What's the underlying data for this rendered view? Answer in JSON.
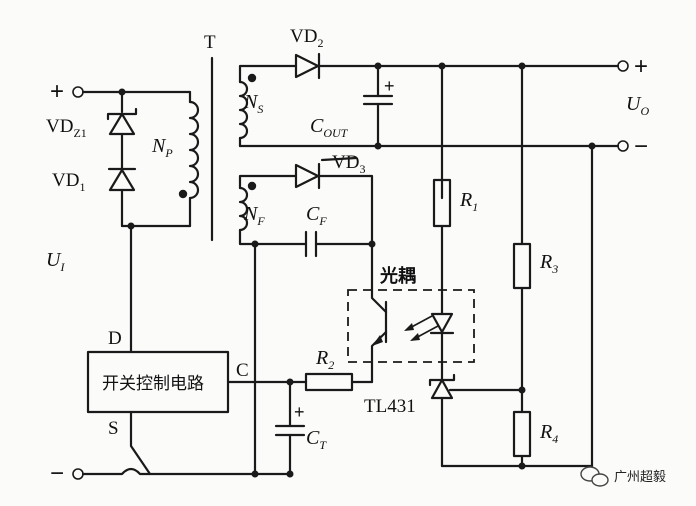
{
  "diagram": {
    "transformer": "T",
    "input": {
      "plus": "+",
      "minus": "−",
      "voltage": "U",
      "voltage_sub": "I"
    },
    "output": {
      "plus": "+",
      "minus": "−",
      "voltage": "U",
      "voltage_sub": "O"
    },
    "zener": {
      "label": "VD",
      "sub": "Z1"
    },
    "vd1": {
      "label": "VD",
      "sub": "1"
    },
    "vd2": {
      "label": "VD",
      "sub": "2"
    },
    "vd3": {
      "label": "VD",
      "sub": "3"
    },
    "np": {
      "label": "N",
      "sub": "P"
    },
    "ns": {
      "label": "N",
      "sub": "S"
    },
    "nf": {
      "label": "N",
      "sub": "F"
    },
    "cout": {
      "label": "C",
      "sub": "OUT",
      "polarity": "+"
    },
    "cf": {
      "label": "C",
      "sub": "F"
    },
    "ct": {
      "label": "C",
      "sub": "T",
      "polarity": "+"
    },
    "r1": {
      "label": "R",
      "sub": "1"
    },
    "r2": {
      "label": "R",
      "sub": "2"
    },
    "r3": {
      "label": "R",
      "sub": "3"
    },
    "r4": {
      "label": "R",
      "sub": "4"
    },
    "optocoupler": "光耦",
    "controller": {
      "label": "开关控制电路",
      "pin_d": "D",
      "pin_c": "C",
      "pin_s": "S"
    },
    "tl431": "TL431"
  },
  "watermark": {
    "text": "广州超毅",
    "icon": "wechat-logo-icon"
  }
}
